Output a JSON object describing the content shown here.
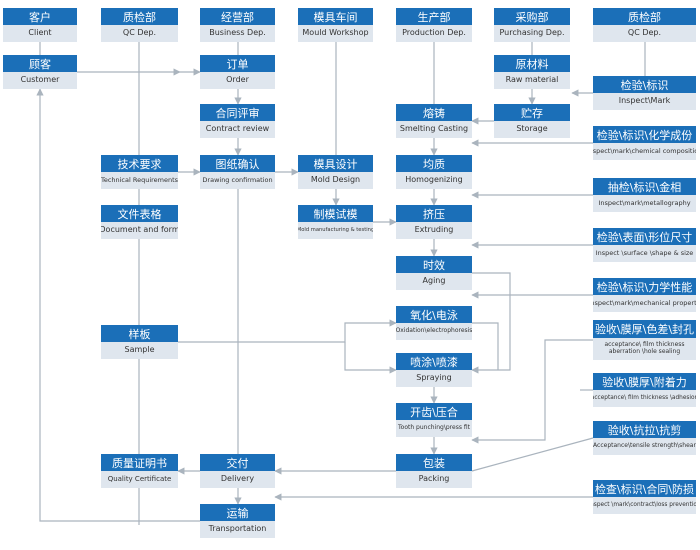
{
  "columns": [
    {
      "id": "client",
      "zh": "客户",
      "en": "Client"
    },
    {
      "id": "qc_left",
      "zh": "质检部",
      "en": "QC Dep."
    },
    {
      "id": "business",
      "zh": "经营部",
      "en": "Business Dep."
    },
    {
      "id": "mould",
      "zh": "模具车间",
      "en": "Mould Workshop"
    },
    {
      "id": "production",
      "zh": "生产部",
      "en": "Production Dep."
    },
    {
      "id": "purchasing",
      "zh": "采购部",
      "en": "Purchasing Dep."
    },
    {
      "id": "qc_right",
      "zh": "质检部",
      "en": "QC Dep."
    }
  ],
  "nodes": {
    "customer": {
      "zh": "顾客",
      "en": "Customer"
    },
    "order": {
      "zh": "订单",
      "en": "Order"
    },
    "raw_material": {
      "zh": "原材料",
      "en": "Raw material"
    },
    "inspect_mark": {
      "zh": "检验\\标识",
      "en": "Inspect\\Mark"
    },
    "contract_review": {
      "zh": "合同评审",
      "en": "Contract review"
    },
    "smelting": {
      "zh": "熔铸",
      "en": "Smelting Casting"
    },
    "storage": {
      "zh": "贮存",
      "en": "Storage"
    },
    "inspect_chem": {
      "zh": "检验\\标识\\化学成份",
      "en": "Inspect\\mark\\chemical composition"
    },
    "tech_req": {
      "zh": "技术要求",
      "en": "Technical Requirements"
    },
    "drawing": {
      "zh": "图纸确认",
      "en": "Drawing confirmation"
    },
    "mold_design": {
      "zh": "模具设计",
      "en": "Mold Design"
    },
    "homogenizing": {
      "zh": "均质",
      "en": "Homogenizing"
    },
    "inspect_metal": {
      "zh": "抽检\\标识\\金相",
      "en": "Inspect\\mark\\metallography"
    },
    "doc_form": {
      "zh": "文件表格",
      "en": "Document and form"
    },
    "mould_mfg": {
      "zh": "制模试模",
      "en": "Mold manufacturing & testing"
    },
    "extruding": {
      "zh": "挤压",
      "en": "Extruding"
    },
    "inspect_surface": {
      "zh": "检验\\表面\\形位尺寸",
      "en": "Inspect \\surface \\shape & size"
    },
    "aging": {
      "zh": "时效",
      "en": "Aging"
    },
    "inspect_mech": {
      "zh": "检验\\标识\\力学性能",
      "en": "Inspect\\mark\\mechanical property"
    },
    "oxidation": {
      "zh": "氧化\\电泳",
      "en": "Oxidation\\electrophoresis"
    },
    "accept_film": {
      "zh": "验收\\膜厚\\色差\\封孔",
      "en1": "acceptance\\ film thickness",
      "en2": "aberration \\hole sealing"
    },
    "sample": {
      "zh": "样板",
      "en": "Sample"
    },
    "spraying": {
      "zh": "喷涂\\喷漆",
      "en": "Spraying"
    },
    "accept_adhesion": {
      "zh": "验收\\膜厚\\附着力",
      "en": "acceptance\\ film thickness \\adhesion"
    },
    "tooth": {
      "zh": "开齿\\压合",
      "en": "Tooth punching\\press fit"
    },
    "accept_tensile": {
      "zh": "验收\\抗拉\\抗剪",
      "en": "Acceptance\\tensile strength\\shear"
    },
    "quality_cert": {
      "zh": "质量证明书",
      "en": "Quality Certificate"
    },
    "delivery": {
      "zh": "交付",
      "en": "Delivery"
    },
    "packing": {
      "zh": "包装",
      "en": "Packing"
    },
    "inspect_contract": {
      "zh": "检查\\标识\\合同\\防损",
      "en": "Inspect \\mark\\contract\\loss prevention"
    },
    "transport": {
      "zh": "运输",
      "en": "Transportation"
    }
  },
  "colors": {
    "header": "#1b6fb8",
    "label_bg": "#dfe6ee",
    "line": "#aab4be"
  }
}
